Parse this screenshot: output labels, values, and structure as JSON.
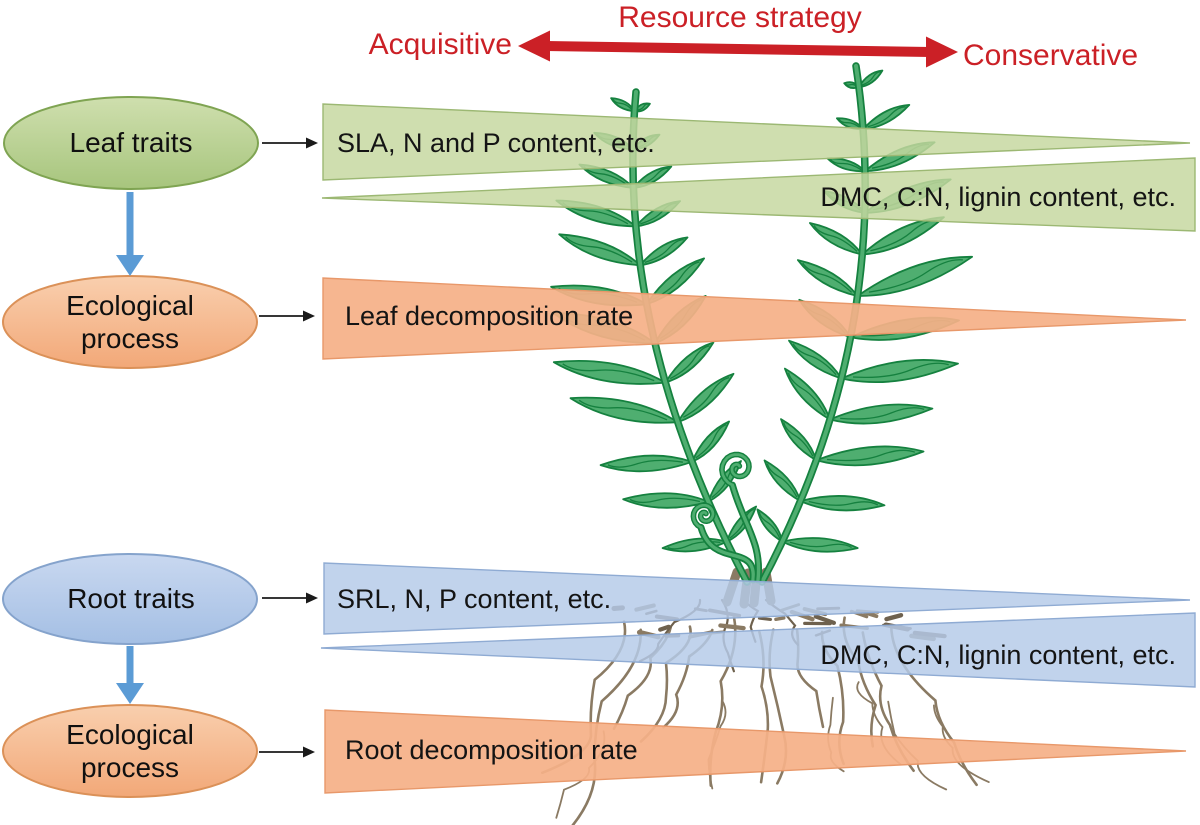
{
  "header": {
    "title": "Resource strategy",
    "left_label": "Acquisitive",
    "right_label": "Conservative"
  },
  "nodes": {
    "leaf_traits": {
      "label": "Leaf traits"
    },
    "leaf_process": {
      "line1": "Ecological",
      "line2": "process"
    },
    "root_traits": {
      "label": "Root traits"
    },
    "root_process": {
      "line1": "Ecological",
      "line2": "process"
    }
  },
  "wedges": {
    "leaf_acquisitive": "SLA, N and P content, etc.",
    "leaf_conservative": "DMC, C:N, lignin content, etc.",
    "leaf_process": "Leaf decomposition rate",
    "root_acquisitive": "SRL, N, P content, etc.",
    "root_conservative": "DMC, C:N, lignin content, etc.",
    "root_process": "Root decomposition rate"
  },
  "palette": {
    "accent_red": "#cb2026",
    "leaf_green": "#c6d8a0",
    "root_blue": "#b5cae8",
    "process_orange": "#f5b088",
    "connector_blue": "#5b9bd5",
    "fern_green": "#4fae70",
    "fern_outline": "#15813f",
    "root_brown": "#8a7a63",
    "text_black": "#141414"
  }
}
